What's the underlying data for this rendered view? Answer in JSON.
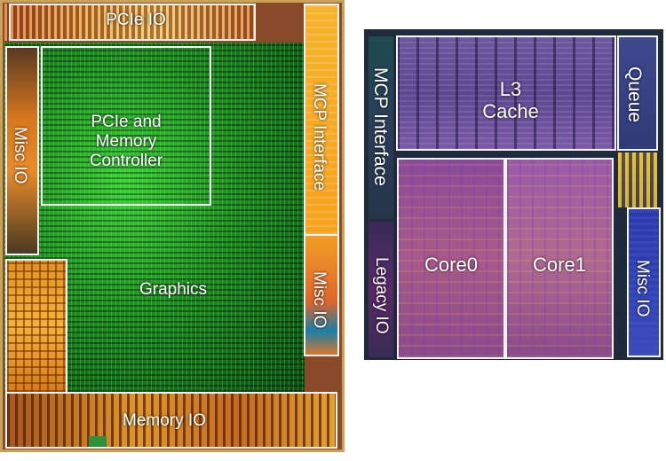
{
  "left_die": {
    "labels": {
      "pcie_io": "PCIe IO",
      "mcp_interface": "MCP Interface",
      "misc_io_left": "Misc IO",
      "pcie_mem_line1": "PCIe and",
      "pcie_mem_line2": "Memory",
      "pcie_mem_line3": "Controller",
      "graphics": "Graphics",
      "misc_io_right": "Misc IO",
      "memory_io": "Memory IO"
    }
  },
  "right_die": {
    "labels": {
      "mcp_interface": "MCP Interface",
      "l3_line1": "L3",
      "l3_line2": "Cache",
      "queue": "Queue",
      "core0": "Core0",
      "core1": "Core1",
      "legacy_io": "Legacy IO",
      "misc_io": "Misc IO"
    }
  },
  "colors": {
    "label_text": "#ffffff",
    "outline": "#f4f4f4",
    "graphics_green": "#2fb030",
    "io_orange": "#f29a22",
    "core_purple": "#9a5aa0",
    "l3_blue_violet": "#6a58a0"
  }
}
